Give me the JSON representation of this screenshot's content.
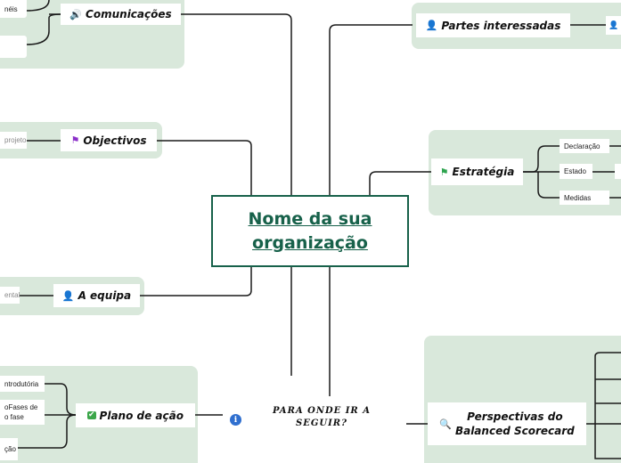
{
  "central": {
    "title_line1": "Nome da sua",
    "title_line2": "organização"
  },
  "floating": {
    "line1": "PARA ONDE IR A",
    "line2": "SEGUIR?"
  },
  "branches": {
    "comunicacoes": {
      "label": "Comunicações",
      "icon": "speaker-icon",
      "subs": [
        "néis",
        ""
      ]
    },
    "objectivos": {
      "label": "Objectivos",
      "icon": "purple-flag-icon",
      "subs": [
        "projeto"
      ]
    },
    "equipa": {
      "label": "A equipa",
      "icon": "person-icon",
      "subs": [
        "ental"
      ]
    },
    "plano": {
      "label": "Plano de ação",
      "icon": "green-check-icon",
      "subs": [
        "ntrodutória",
        "oFases de",
        "o fase",
        "ção"
      ]
    },
    "partes": {
      "label": "Partes interessadas",
      "icon": "person-icon"
    },
    "estrategia": {
      "label": "Estratégia",
      "icon": "green-flag-icon",
      "subs": [
        "Declaração",
        "Estado",
        "Medidas"
      ]
    },
    "perspectivas": {
      "label_line1": "Perspectivas do",
      "label_line2": "Balanced Scorecard",
      "icon": "magnifier-icon"
    }
  },
  "colors": {
    "accent": "#17614a",
    "zone": "#d9e8db",
    "line": "#1a1a1a"
  }
}
